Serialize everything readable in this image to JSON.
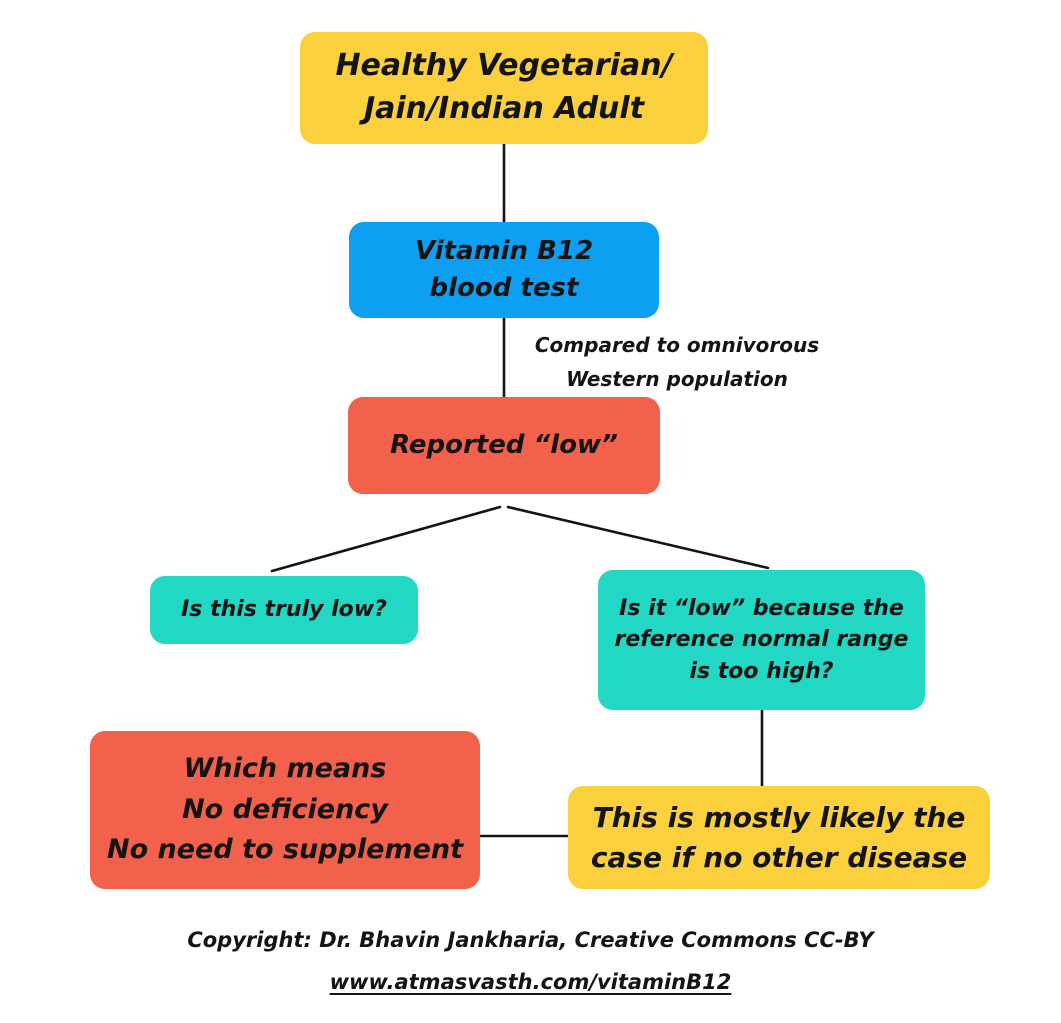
{
  "nodes": {
    "healthy_adult": {
      "text": "Healthy Vegetarian/\nJain/Indian Adult"
    },
    "b12_test": {
      "text": "Vitamin B12\nblood test"
    },
    "reported_low": {
      "text": "Reported “low”"
    },
    "truly_low": {
      "text": "Is this truly low?"
    },
    "reference_range": {
      "text": "Is it “low” because the\nreference normal range\nis too high?"
    },
    "no_deficiency": {
      "text": "Which means\nNo deficiency\nNo need to supplement"
    },
    "likely_case": {
      "text": "This is mostly likely the\ncase if no other disease"
    }
  },
  "annotations": {
    "comparison": "Compared to omnivorous\nWestern population"
  },
  "footer": {
    "copyright": "Copyright: Dr. Bhavin Jankharia, Creative Commons CC-BY",
    "link": "www.atmasvasth.com/vitaminB12"
  },
  "colors": {
    "yellow": "#FAD03C",
    "blue": "#0D9FF2",
    "red": "#F2614C",
    "teal": "#22D7C3"
  }
}
